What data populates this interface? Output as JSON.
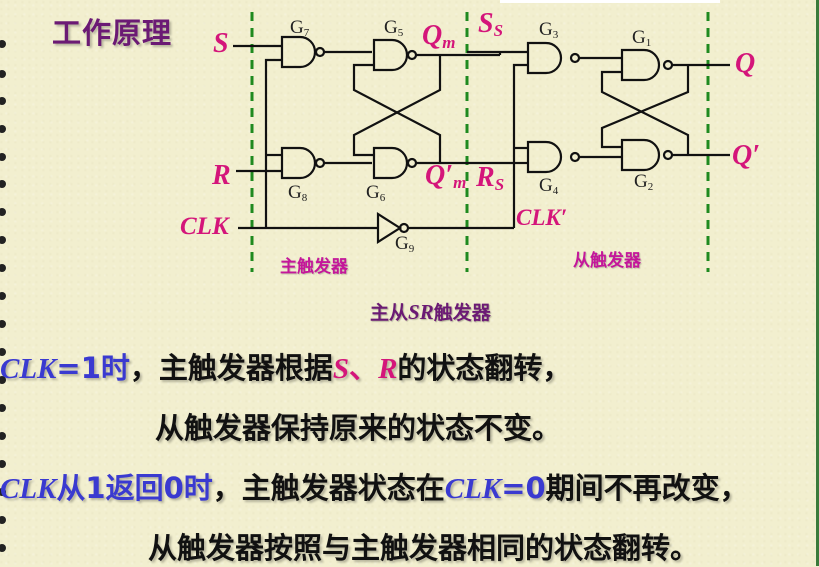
{
  "title": "工作原理",
  "signals": {
    "S": "S",
    "R": "R",
    "CLK": "CLK",
    "Qm": "Q",
    "Qm_sub": "m",
    "Qm_prime": "Q′",
    "Qm_prime_sub": "m",
    "Ss": "S",
    "Ss_sub": "S",
    "Rs": "R",
    "Rs_sub": "S",
    "CLK_prime": "CLK′",
    "Q": "Q",
    "Q_prime": "Q′"
  },
  "gates": {
    "G1": {
      "name": "G",
      "sub": "1"
    },
    "G2": {
      "name": "G",
      "sub": "2"
    },
    "G3": {
      "name": "G",
      "sub": "3"
    },
    "G4": {
      "name": "G",
      "sub": "4"
    },
    "G5": {
      "name": "G",
      "sub": "5"
    },
    "G6": {
      "name": "G",
      "sub": "6"
    },
    "G7": {
      "name": "G",
      "sub": "7"
    },
    "G8": {
      "name": "G",
      "sub": "8"
    },
    "G9": {
      "name": "G",
      "sub": "9"
    }
  },
  "sections": {
    "master": "主触发器",
    "slave": "从触发器"
  },
  "caption": {
    "pre": "主从",
    "em": "SR",
    "post": "触发器"
  },
  "explanation": {
    "line1": {
      "clk": "CLK",
      "cond": "=1时",
      "text1": "，主触发器根据",
      "s": "S",
      "sep": "、",
      "r": "R",
      "text2": "的状态翻转，"
    },
    "line2": "从触发器保持原来的状态不变。",
    "line3": {
      "clk": "CLK",
      "cond": "从1返回0时",
      "text1": "，主触发器状态在",
      "clk2": "CLK",
      "cond2": "=0",
      "text2": "期间不再改变，"
    },
    "line4": "从触发器按照与主触发器相同的状态翻转。"
  },
  "colors": {
    "background": "#f2efcf",
    "title": "#6b1a74",
    "signal": "#d4157a",
    "emphasis_blue": "#3a3ad0",
    "divider": "#1f8a1f"
  }
}
